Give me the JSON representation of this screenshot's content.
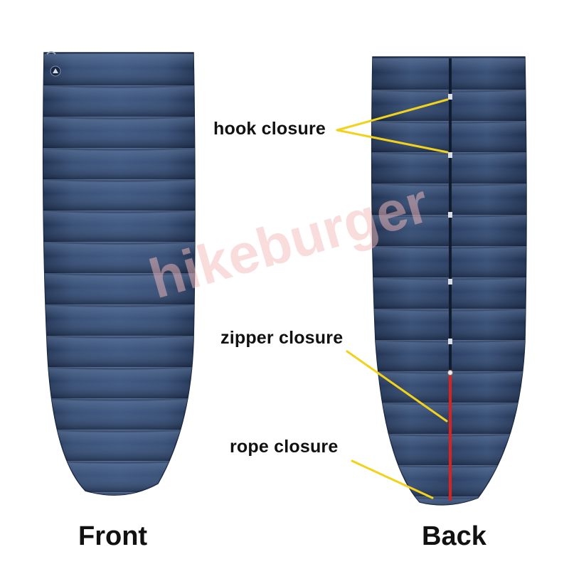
{
  "watermark": "hikeburger",
  "captions": {
    "front": "Front",
    "back": "Back"
  },
  "callouts": {
    "hook": "hook closure",
    "zipper": "zipper closure",
    "rope": "rope closure"
  },
  "colors": {
    "bag_fill": "#2f4468",
    "bag_dark": "#1d2d49",
    "bag_highlight": "#5a7196",
    "zipper": "#d8231e",
    "leader_line": "#f2d21b",
    "watermark": "#f3b9b9"
  }
}
